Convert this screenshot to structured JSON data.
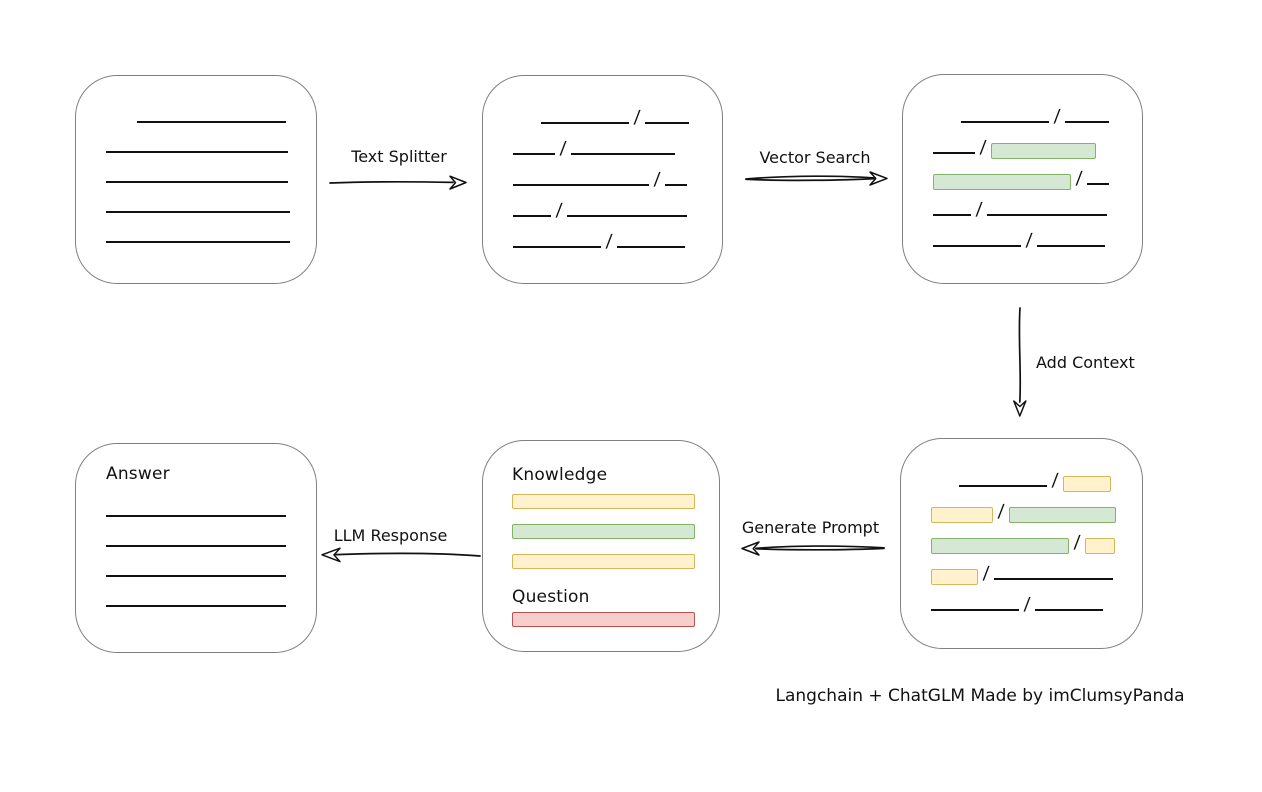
{
  "caption": "Langchain + ChatGLM Made by imClumsyPanda",
  "colors": {
    "green_fill": "#d5e8d4",
    "green_stroke": "#82b366",
    "yellow_fill": "#fff2cc",
    "yellow_stroke": "#d6b656",
    "red_fill": "#f8cecc",
    "red_stroke": "#b85450",
    "box_stroke": "#808080",
    "ink": "#111111"
  },
  "arrows": {
    "text_splitter": {
      "label": "Text Splitter",
      "direction": "right"
    },
    "vector_search": {
      "label": "Vector Search",
      "direction": "right"
    },
    "add_context": {
      "label": "Add Context",
      "direction": "down"
    },
    "generate_prompt": {
      "label": "Generate Prompt",
      "direction": "left"
    },
    "llm_response": {
      "label": "LLM Response",
      "direction": "left"
    }
  },
  "nodes": {
    "document": {
      "lines": [
        {
          "indent": 31,
          "w": 149
        },
        {
          "indent": 0,
          "w": 182
        },
        {
          "indent": 0,
          "w": 182
        },
        {
          "indent": 0,
          "w": 184
        },
        {
          "indent": 0,
          "w": 184
        }
      ]
    },
    "split_text": {
      "rows": [
        [
          {
            "t": "sp",
            "w": 28
          },
          {
            "t": "ln",
            "w": 88
          },
          {
            "t": "sl"
          },
          {
            "t": "ln",
            "w": 44
          }
        ],
        [
          {
            "t": "ln",
            "w": 42
          },
          {
            "t": "sl"
          },
          {
            "t": "ln",
            "w": 104
          }
        ],
        [
          {
            "t": "ln",
            "w": 136
          },
          {
            "t": "sl"
          },
          {
            "t": "ln",
            "w": 22
          }
        ],
        [
          {
            "t": "ln",
            "w": 38
          },
          {
            "t": "sl"
          },
          {
            "t": "ln",
            "w": 120
          }
        ],
        [
          {
            "t": "ln",
            "w": 88
          },
          {
            "t": "sl"
          },
          {
            "t": "ln",
            "w": 68
          }
        ]
      ]
    },
    "matched_text": {
      "rows": [
        [
          {
            "t": "sp",
            "w": 28
          },
          {
            "t": "ln",
            "w": 88
          },
          {
            "t": "sl"
          },
          {
            "t": "ln",
            "w": 44
          }
        ],
        [
          {
            "t": "ln",
            "w": 42
          },
          {
            "t": "sl"
          },
          {
            "t": "gr",
            "w": 105
          }
        ],
        [
          {
            "t": "gr",
            "w": 138
          },
          {
            "t": "sl"
          },
          {
            "t": "ln",
            "w": 22
          }
        ],
        [
          {
            "t": "ln",
            "w": 38
          },
          {
            "t": "sl"
          },
          {
            "t": "ln",
            "w": 120
          }
        ],
        [
          {
            "t": "ln",
            "w": 88
          },
          {
            "t": "sl"
          },
          {
            "t": "ln",
            "w": 68
          }
        ]
      ]
    },
    "context_text": {
      "rows": [
        [
          {
            "t": "sp",
            "w": 28
          },
          {
            "t": "ln",
            "w": 88
          },
          {
            "t": "sl"
          },
          {
            "t": "yl",
            "w": 48
          }
        ],
        [
          {
            "t": "yl",
            "w": 62
          },
          {
            "t": "sl"
          },
          {
            "t": "gr",
            "w": 107
          }
        ],
        [
          {
            "t": "gr",
            "w": 138
          },
          {
            "t": "sl"
          },
          {
            "t": "yl",
            "w": 30
          }
        ],
        [
          {
            "t": "yl",
            "w": 47
          },
          {
            "t": "sl"
          },
          {
            "t": "ln",
            "w": 119
          }
        ],
        [
          {
            "t": "ln",
            "w": 88
          },
          {
            "t": "sl"
          },
          {
            "t": "ln",
            "w": 68
          }
        ]
      ]
    },
    "prompt": {
      "knowledge_label": "Knowledge",
      "knowledge_bars": [
        "yellow",
        "green",
        "yellow"
      ],
      "question_label": "Question",
      "question_bars": [
        "red"
      ]
    },
    "answer": {
      "label": "Answer",
      "lines": [
        {
          "indent": 0,
          "w": 180
        },
        {
          "indent": 0,
          "w": 180
        },
        {
          "indent": 0,
          "w": 180
        },
        {
          "indent": 0,
          "w": 180
        }
      ]
    }
  }
}
